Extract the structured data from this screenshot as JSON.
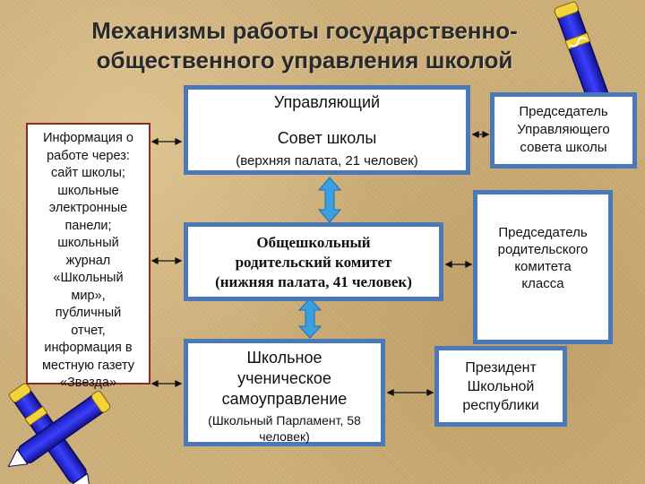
{
  "title": {
    "line1": "Механизмы работы государственно-",
    "line2": "общественного управления школой"
  },
  "info_box": {
    "lines": [
      "Информация о",
      "работе через:",
      "сайт школы;",
      "школьные",
      "электронные",
      "панели;",
      "школьный",
      "журнал",
      "«Школьный",
      "мир»,",
      "публичный",
      "отчет,",
      "информация в",
      "местную газету",
      "«Звезда»"
    ]
  },
  "council": {
    "line1": "Управляющий",
    "line2": "Совет школы",
    "line3": "(верхняя палата, 21 человек)"
  },
  "parents_committee": {
    "line1": "Общешкольный",
    "line2": "родительский комитет",
    "line3": "(нижняя палата, 41 человек)"
  },
  "pupils": {
    "line1": "Школьное",
    "line2": "ученическое",
    "line3": "самоуправление",
    "sub1": "(Школьный Парламент, 58",
    "sub2": "человек)"
  },
  "chair_council": {
    "line1": "Председатель",
    "line2": "Управляющего",
    "line3": "совета школы"
  },
  "chair_parents": {
    "line1": "Председатель",
    "line2": "родительского",
    "line3": "комитета",
    "line4": "класса"
  },
  "president": {
    "line1": "Президент",
    "line2": "Школьной",
    "line3": "республики"
  },
  "colors": {
    "box_border": "#4a78b8",
    "info_border": "#8e2a22",
    "vertical_arrow": "#3aa0e0",
    "background": "#cdb07a"
  },
  "icons": [
    "pen-icon"
  ]
}
